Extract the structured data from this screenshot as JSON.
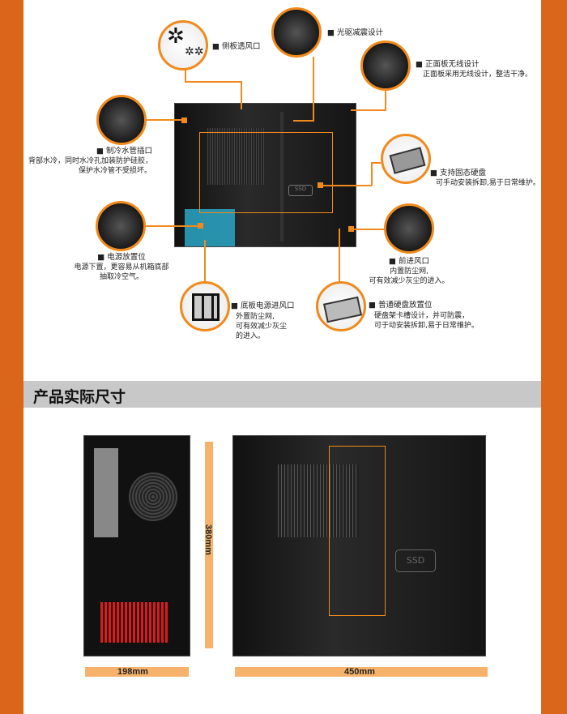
{
  "features": {
    "side_vent": {
      "title": "■ 侧板透风口"
    },
    "optical": {
      "title": "■ 光驱减震设计"
    },
    "front_panel": {
      "title": "■ 正面板无线设计",
      "desc": "正面板采用无线设计，整洁干净。"
    },
    "water": {
      "title": "■ 制冷水管插口",
      "desc1": "背部水冷，同时水冷孔加装防护硅胶，",
      "desc2": "保护水冷管不受损坏。"
    },
    "ssd": {
      "title": "■ 支持固态硬盘",
      "desc": "可手动安装拆卸,易于日常维护。"
    },
    "psu": {
      "title": "■ 电源放置位",
      "desc1": "电源下置，更容易从机箱底部",
      "desc2": "抽取冷空气。"
    },
    "front_intake": {
      "title": "■ 前进风口",
      "desc1": "内置防尘网,",
      "desc2": "可有效减少灰尘的进入。"
    },
    "bottom_filter": {
      "title": "■ 底板电源进风口",
      "desc1": "外置防尘网,",
      "desc2": "可有效减少灰尘",
      "desc3": "的进入。"
    },
    "hdd": {
      "title": "■ 普通硬盘放置位",
      "desc1": "硬盘架卡槽设计，并可防震，",
      "desc2": "可于动安装拆卸,易于日常维护。"
    }
  },
  "section_title": "产品实际尺寸",
  "dimensions": {
    "width": "198mm",
    "height": "380mm",
    "depth": "450mm"
  },
  "colors": {
    "side_bar": "#d9661a",
    "accent": "#f08a1c",
    "arrow": "#f6b26b",
    "header_band": "#c8c8c8"
  }
}
